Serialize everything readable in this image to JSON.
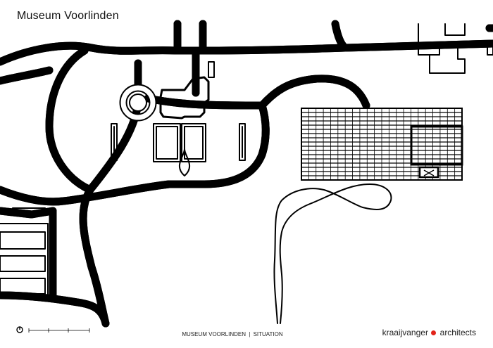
{
  "title": "Museum Voorlinden",
  "footer": {
    "project": "MUSEUM VOORLINDEN",
    "sheet": "SITUATION",
    "separator": "|"
  },
  "brand": {
    "name_left": "kraaijvanger",
    "name_right": "architects",
    "dot_color": "#e2231a"
  },
  "colors": {
    "line": "#000000",
    "background": "#ffffff"
  },
  "icons": [
    "north-arrow-icon",
    "scale-bar-icon"
  ]
}
